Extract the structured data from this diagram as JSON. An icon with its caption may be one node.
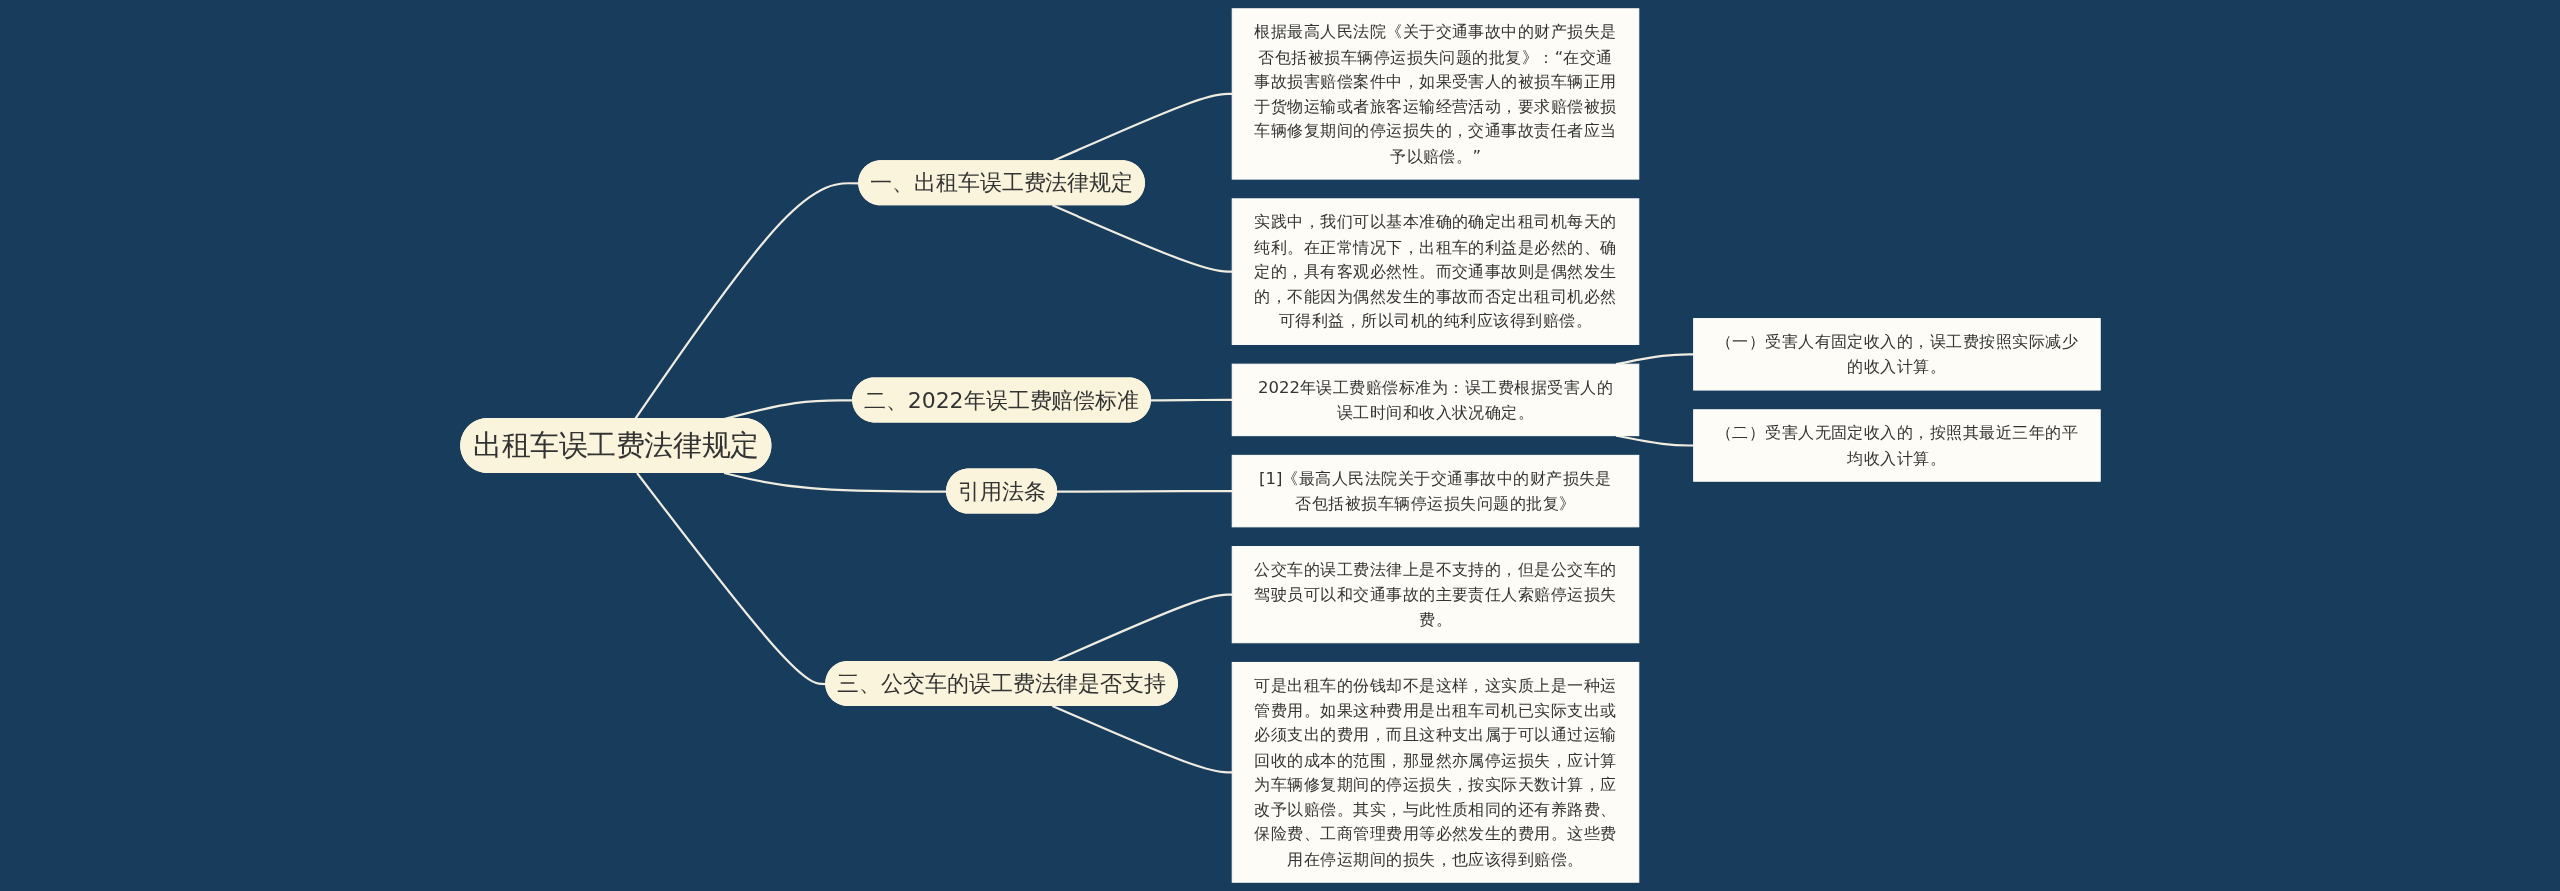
{
  "diagram": {
    "nodes": [
      {
        "text": [
          "出租车误工费法律规定"
        ]
      },
      {
        "text": [
          "一、出租车误工费法律规定"
        ]
      },
      {
        "text": [
          "根据最高人民法院《关于交通事故中的财产损失是否包括被损车辆停运损失问题的批复》：“在交通事故损害赔偿案件中，如果受害人的被损车辆正用于货物运输或者旅客运输经营活动，要求赔偿被损车辆修复期间的停运损失的，交通事故责任者应当予以赔偿。”"
        ]
      },
      {
        "text": [
          "实践中，我们可以基本准确的确定出租司机每天的纯利。在正常情况下，出租车的利益是必然的、确定的，具有客观必然性。而交通事故则是偶然发生的，不能因为偶然发生的事故而否定出租司机必然可得利益，所以司机的纯利应该得到赔偿。"
        ]
      },
      {
        "text": [
          "二、2022年误工费赔偿标准"
        ]
      },
      {
        "text": [
          "2022年误工费赔偿标准为：误工费根据受害人的误工时间和收入状况确定。"
        ]
      },
      {
        "text": [
          "（一）受害人有固定收入的，误工费按照实际减少的收入计算。"
        ]
      },
      {
        "text": [
          "（二）受害人无固定收入的，按照其最近三年的平均收入计算。"
        ]
      },
      {
        "text": [
          "引用法条"
        ]
      },
      {
        "text": [
          "[1]《最高人民法院关于交通事故中的财产损失是否包括被损车辆停运损失问题的批复》"
        ]
      },
      {
        "text": [
          "三、公交车的误工费法律是否支持"
        ]
      },
      {
        "text": [
          "公交车的误工费法律上是不支持的，但是公交车的驾驶员可以和交通事故的主要责任人索赔停运损失费。"
        ]
      },
      {
        "text": [
          "可是出租车的份钱却不是这样，这实质上是一种运管费用。如果这种费用是出租车司机已实际支出或必须支出的费用，而且这种支出属于可以通过运输回收的成本的范围，那显然亦属停运损失，应计算为车辆修复期间的停运损失，按实际天数计算，应改予以赔偿。其实，与此性质相同的还有养路费、保险费、工商管理费用等必然发生的费用。这些费用在停运期间的损失，也应该得到赔偿。"
        ]
      }
    ],
    "edges": [
      {
        "from": 0,
        "to": 1,
        "arrow": "none"
      },
      {
        "from": 1,
        "to": 2,
        "arrow": "none"
      },
      {
        "from": 1,
        "to": 3,
        "arrow": "none"
      },
      {
        "from": 0,
        "to": 4,
        "arrow": "none"
      },
      {
        "from": 4,
        "to": 5,
        "arrow": "none"
      },
      {
        "from": 5,
        "to": 6,
        "arrow": "none"
      },
      {
        "from": 5,
        "to": 7,
        "arrow": "none"
      },
      {
        "from": 0,
        "to": 8,
        "arrow": "none"
      },
      {
        "from": 8,
        "to": 9,
        "arrow": "none"
      },
      {
        "from": 0,
        "to": 10,
        "arrow": "none"
      },
      {
        "from": 10,
        "to": 11,
        "arrow": "none"
      },
      {
        "from": 10,
        "to": 12,
        "arrow": "none"
      }
    ]
  }
}
